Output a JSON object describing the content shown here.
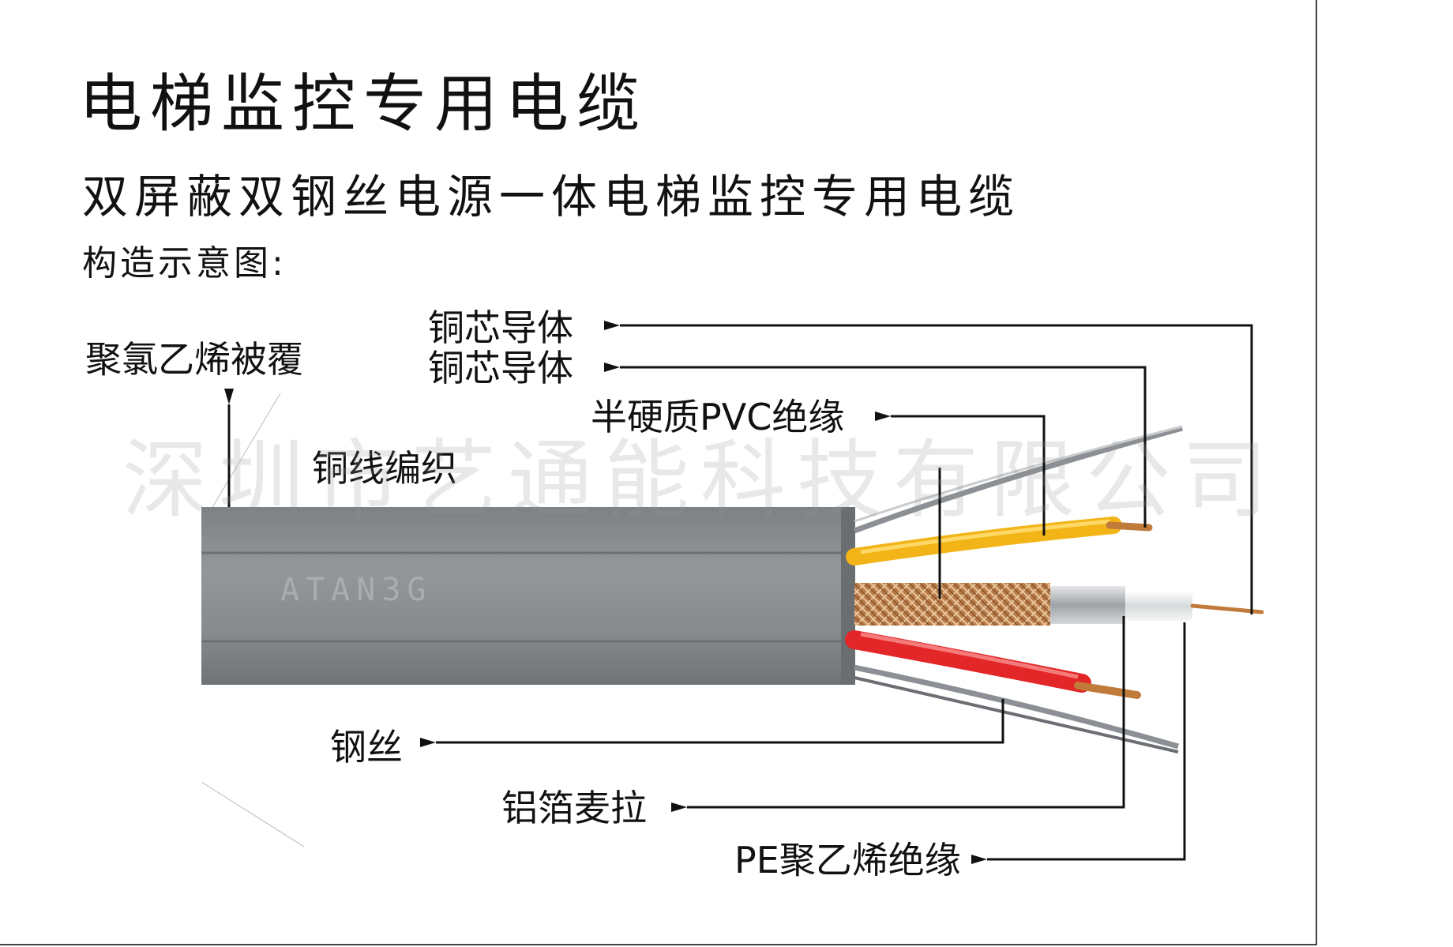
{
  "header": {
    "title": "电梯监控专用电缆",
    "subtitle": "双屏蔽双钢丝电源一体电梯监控专用电缆",
    "caption": "构造示意图:"
  },
  "labels": {
    "pvc_sheath": "聚氯乙烯被覆",
    "copper_core_1": "铜芯导体",
    "copper_core_2": "铜芯导体",
    "semi_rigid_pvc": "半硬质PVC绝缘",
    "copper_braid": "铜线编织",
    "steel_wire": "钢丝",
    "aluminum_foil": "铝箔麦拉",
    "pe_insulation": "PE聚乙烯绝缘"
  },
  "cable": {
    "print_text": "ATAN3G"
  },
  "watermark": "深圳市艺通能科技有限公司",
  "colors": {
    "sheath": "#8a8e91",
    "yellow_wire": "#f2b416",
    "red_wire": "#e32628",
    "copper": "#c07a3a",
    "line": "#111111"
  }
}
